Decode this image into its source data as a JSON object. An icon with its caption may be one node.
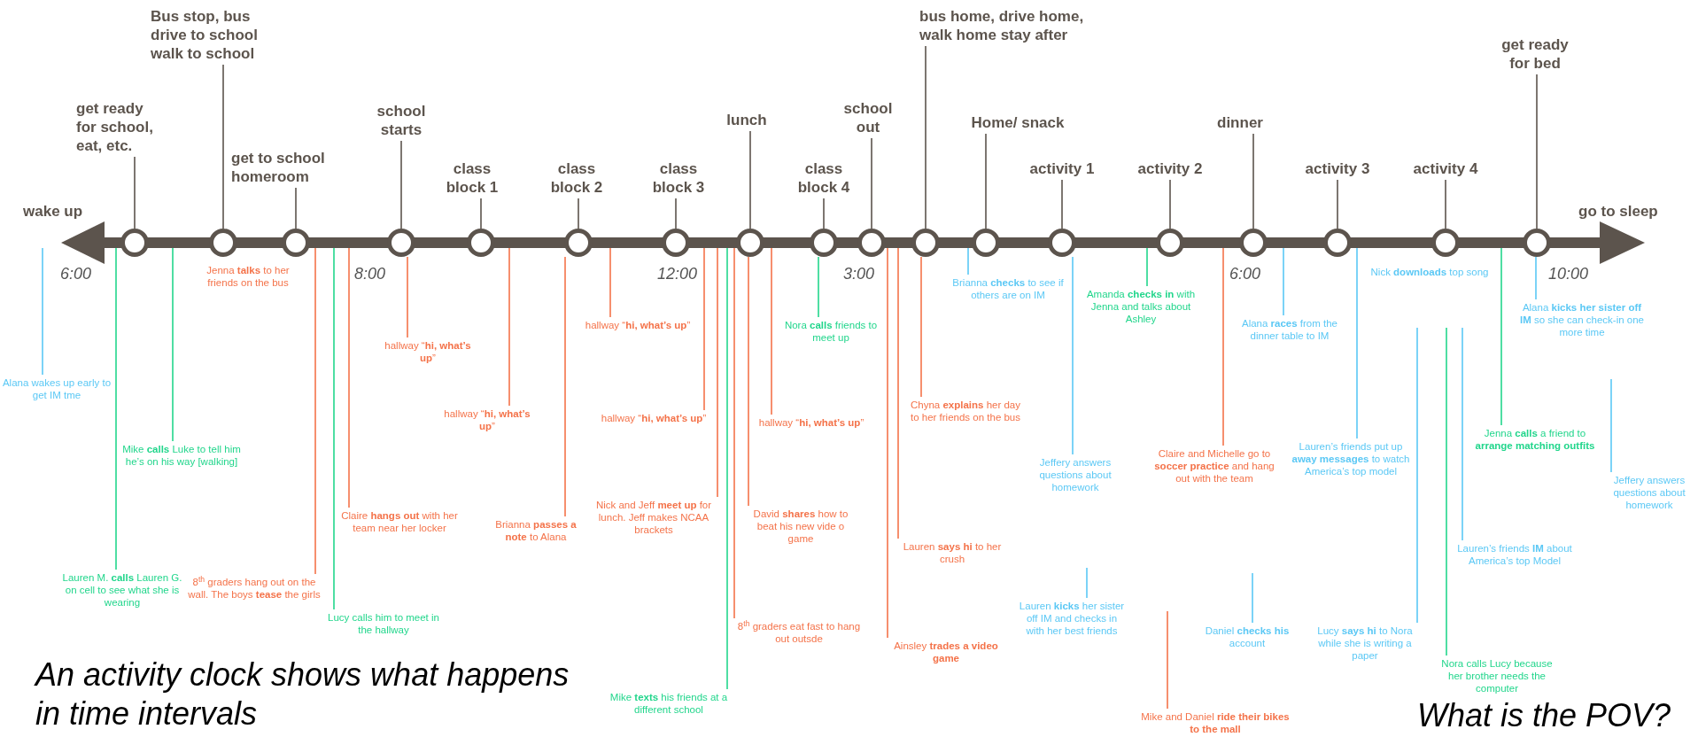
{
  "diagram": {
    "nodes": [
      {
        "text": [
          "get ready for school, eat, etc."
        ]
      },
      {
        "text": [
          "Bus stop, bus drive to school walk to school"
        ]
      },
      {
        "text": [
          "get to school homeroom"
        ]
      },
      {
        "text": [
          "school starts"
        ]
      },
      {
        "text": [
          "class block 1"
        ]
      },
      {
        "text": [
          "class block 2"
        ]
      },
      {
        "text": [
          "class block 3"
        ]
      },
      {
        "text": [
          "lunch"
        ]
      },
      {
        "text": [
          "class block 4"
        ]
      },
      {
        "text": [
          "school out"
        ]
      },
      {
        "text": [
          "bus home, drive home, walk home stay after"
        ]
      },
      {
        "text": [
          "Home/ snack"
        ]
      },
      {
        "text": [
          "activity 1"
        ]
      },
      {
        "text": [
          "activity 2"
        ]
      },
      {
        "text": [
          "dinner"
        ]
      },
      {
        "text": [
          "activity 3"
        ]
      },
      {
        "text": [
          "activity 4"
        ]
      },
      {
        "text": [
          "get ready for bed"
        ]
      },
      {
        "text": [],
        "shape": "circle"
      },
      {
        "text": [],
        "shape": "circle"
      },
      {
        "text": [],
        "shape": "circle"
      },
      {
        "text": [],
        "shape": "circle"
      },
      {
        "text": [],
        "shape": "circle"
      },
      {
        "text": [],
        "shape": "circle"
      },
      {
        "text": [],
        "shape": "circle"
      },
      {
        "text": [],
        "shape": "circle"
      },
      {
        "text": [],
        "shape": "circle"
      },
      {
        "text": [],
        "shape": "circle"
      },
      {
        "text": [],
        "shape": "circle"
      },
      {
        "text": [],
        "shape": "circle"
      },
      {
        "text": [],
        "shape": "circle"
      },
      {
        "text": [],
        "shape": "circle"
      },
      {
        "text": [],
        "shape": "circle"
      },
      {
        "text": [],
        "shape": "circle"
      },
      {
        "text": [],
        "shape": "circle"
      },
      {
        "text": [],
        "shape": "circle"
      },
      {
        "text": [
          "Alana wakes up early to get IM tme"
        ]
      },
      {
        "text": [
          "Lauren M. **calls** Lauren G. on cell to see what she is wearing"
        ]
      },
      {
        "text": [
          "Mike **calls** Luke to tell him he’s on his way [walking]"
        ]
      },
      {
        "text": [
          "Jenna **talks** to her friends on the bus"
        ]
      },
      {
        "text": [
          "8$^{th}$ graders hang out on the wall. The boys **tease** the girls"
        ]
      },
      {
        "text": [
          "Lucy calls him to meet in the hallway"
        ]
      },
      {
        "text": [
          "Claire **hangs out** with her team near her locker"
        ]
      },
      {
        "text": [
          "hallway “**hi, what’s up**”"
        ]
      },
      {
        "text": [
          "hallway “**hi, what’s up**”"
        ]
      },
      {
        "text": [
          "Brianna **passes a note** to Alana"
        ]
      },
      {
        "text": [
          "hallway “**hi, what’s up**”"
        ]
      },
      {
        "text": [
          "hallway “**hi, what’s up**”"
        ]
      },
      {
        "text": [
          "Nick and Jeff **meet up** for lunch. Jeff makes NCAA brackets"
        ]
      },
      {
        "text": [
          "Mike **texts** his friends at a different school"
        ]
      },
      {
        "text": [
          "8$^{th}$ graders eat fast to hang out outsde"
        ]
      },
      {
        "text": [
          "David **shares** how to beat his new vide o game"
        ]
      },
      {
        "text": [
          "hallway “**hi, what’s up**”"
        ]
      },
      {
        "text": [
          "Nora **calls** friends to meet up"
        ]
      },
      {
        "text": [
          "Ainsley **trades a video game**"
        ]
      },
      {
        "text": [
          "Lauren **says hi** to her crush"
        ]
      },
      {
        "text": [
          "Chyna **explains** her day to her friends on the bus"
        ]
      },
      {
        "text": [
          "Brianna **checks** to see if others are on IM"
        ]
      },
      {
        "text": [
          "Jeffery answers questions about homework"
        ]
      },
      {
        "text": [
          "Lauren **kicks** her sister off IM and checks in with her best friends"
        ]
      },
      {
        "text": [
          "Amanda **checks in** with Jenna and talks about Ashley"
        ]
      },
      {
        "text": [
          "Claire and Michelle go to **soccer practice** and hang out with the team"
        ]
      },
      {
        "text": [
          "Mike and Daniel **ride their bikes to the mall**"
        ]
      },
      {
        "text": [
          "Alana **races** from the dinner table to IM"
        ]
      },
      {
        "text": [
          "Daniel **checks his** account"
        ]
      },
      {
        "text": [
          "Lauren’s friends put up **away messages** to watch America’s top model"
        ]
      },
      {
        "text": [
          "Nick **downloads** top song"
        ]
      },
      {
        "text": [
          "Lucy **says hi** to Nora while she is writing a paper"
        ]
      },
      {
        "text": [
          "Nora calls Lucy because her brother needs the computer"
        ]
      },
      {
        "text": [
          "Lauren’s friends **IM** about America’s top Model"
        ]
      },
      {
        "text": [
          "Jenna **calls** a friend to **arrange matching outfits**"
        ]
      },
      {
        "text": [
          "Alana **kicks her sister off IM** so she can check-in one more time"
        ]
      },
      {
        "text": [
          "Jeffery answers questions about homework"
        ]
      },
      {
        "text": [],
        "shape": "bar"
      }
    ],
    "edges": [
      {
        "from": 0,
        "to": 18,
        "arrow": "none"
      },
      {
        "from": 1,
        "to": 19,
        "arrow": "none"
      },
      {
        "from": 2,
        "to": 20,
        "arrow": "none"
      },
      {
        "from": 3,
        "to": 21,
        "arrow": "none"
      },
      {
        "from": 4,
        "to": 22,
        "arrow": "none"
      },
      {
        "from": 5,
        "to": 23,
        "arrow": "none"
      },
      {
        "from": 6,
        "to": 24,
        "arrow": "none"
      },
      {
        "from": 7,
        "to": 25,
        "arrow": "none"
      },
      {
        "from": 8,
        "to": 26,
        "arrow": "none"
      },
      {
        "from": 9,
        "to": 27,
        "arrow": "none"
      },
      {
        "from": 10,
        "to": 28,
        "arrow": "none"
      },
      {
        "from": 11,
        "to": 29,
        "arrow": "none"
      },
      {
        "from": 12,
        "to": 30,
        "arrow": "none"
      },
      {
        "from": 13,
        "to": 31,
        "arrow": "none"
      },
      {
        "from": 14,
        "to": 32,
        "arrow": "none"
      },
      {
        "from": 15,
        "to": 33,
        "arrow": "none"
      },
      {
        "from": 16,
        "to": 34,
        "arrow": "none"
      },
      {
        "from": 17,
        "to": 35,
        "arrow": "none"
      },
      {
        "from": 36,
        "to": 73,
        "arrow": "none",
        "color": "#5bc8f5"
      },
      {
        "from": 37,
        "to": 73,
        "arrow": "none",
        "color": "#22d68c"
      },
      {
        "from": 38,
        "to": 73,
        "arrow": "none",
        "color": "#22d68c"
      },
      {
        "from": 40,
        "to": 73,
        "arrow": "none",
        "color": "#f4734a"
      },
      {
        "from": 41,
        "to": 73,
        "arrow": "none",
        "color": "#22d68c"
      },
      {
        "from": 42,
        "to": 73,
        "arrow": "none",
        "color": "#f4734a"
      },
      {
        "from": 43,
        "to": 21,
        "arrow": "none",
        "color": "#f4734a"
      },
      {
        "from": 44,
        "to": 73,
        "arrow": "none",
        "color": "#f4734a"
      },
      {
        "from": 45,
        "to": 23,
        "arrow": "none",
        "color": "#f4734a"
      },
      {
        "from": 46,
        "to": 73,
        "arrow": "none",
        "color": "#f4734a"
      },
      {
        "from": 47,
        "to": 73,
        "arrow": "none",
        "color": "#f4734a"
      },
      {
        "from": 48,
        "to": 73,
        "arrow": "none",
        "color": "#f4734a"
      },
      {
        "from": 49,
        "to": 73,
        "arrow": "none",
        "color": "#22d68c"
      },
      {
        "from": 50,
        "to": 73,
        "arrow": "none",
        "color": "#f4734a"
      },
      {
        "from": 51,
        "to": 25,
        "arrow": "none",
        "color": "#f4734a"
      },
      {
        "from": 52,
        "to": 73,
        "arrow": "none",
        "color": "#f4734a"
      },
      {
        "from": 53,
        "to": 26,
        "arrow": "none",
        "color": "#22d68c"
      },
      {
        "from": 54,
        "to": 73,
        "arrow": "none",
        "color": "#f4734a"
      },
      {
        "from": 55,
        "to": 73,
        "arrow": "none",
        "color": "#f4734a"
      },
      {
        "from": 56,
        "to": 28,
        "arrow": "none",
        "color": "#f4734a"
      },
      {
        "from": 57,
        "to": 73,
        "arrow": "none",
        "color": "#5bc8f5"
      },
      {
        "from": 58,
        "to": 30,
        "arrow": "none",
        "color": "#5bc8f5"
      },
      {
        "from": 59,
        "to": null,
        "arrow": "none",
        "color": "#5bc8f5"
      },
      {
        "from": 60,
        "to": 73,
        "arrow": "none",
        "color": "#22d68c"
      },
      {
        "from": 61,
        "to": 73,
        "arrow": "none",
        "color": "#f4734a"
      },
      {
        "from": 62,
        "to": null,
        "arrow": "none",
        "color": "#f4734a"
      },
      {
        "from": 63,
        "to": 73,
        "arrow": "none",
        "color": "#5bc8f5"
      },
      {
        "from": 64,
        "to": null,
        "arrow": "none",
        "color": "#5bc8f5"
      },
      {
        "from": 65,
        "to": 73,
        "arrow": "none",
        "color": "#5bc8f5"
      },
      {
        "from": 67,
        "to": null,
        "arrow": "none",
        "color": "#5bc8f5"
      },
      {
        "from": 68,
        "to": null,
        "arrow": "none",
        "color": "#22d68c"
      },
      {
        "from": 69,
        "to": null,
        "arrow": "none",
        "color": "#5bc8f5"
      },
      {
        "from": 70,
        "to": 73,
        "arrow": "none",
        "color": "#22d68c"
      },
      {
        "from": 71,
        "to": 35,
        "arrow": "none",
        "color": "#5bc8f5"
      },
      {
        "from": 72,
        "to": null,
        "arrow": "none",
        "color": "#5bc8f5"
      }
    ],
    "labels": [
      "wake up",
      "go to sleep",
      "6:00",
      "8:00",
      "12:00",
      "3:00",
      "6:00",
      "10:00",
      "An activity clock shows what happens in time intervals",
      "What is the POV?"
    ]
  }
}
